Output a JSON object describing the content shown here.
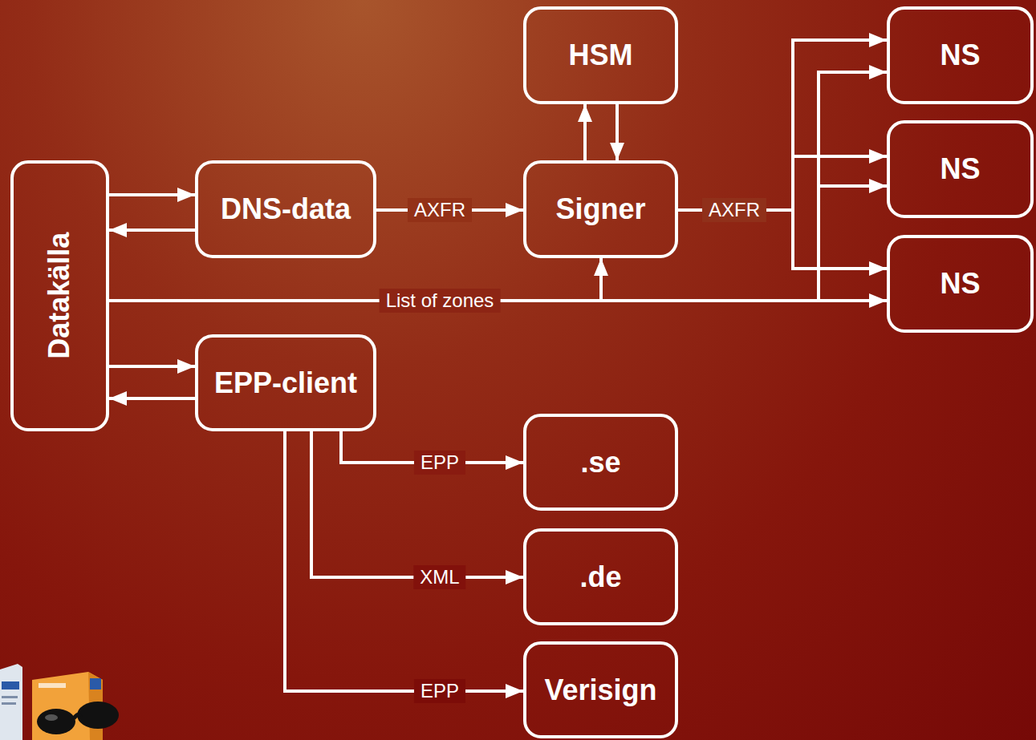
{
  "diagram": {
    "nodes": [
      {
        "text": [
          "Datakälla"
        ]
      },
      {
        "text": [
          "DNS-data"
        ]
      },
      {
        "text": [
          "Signer"
        ]
      },
      {
        "text": [
          "HSM"
        ]
      },
      {
        "text": [
          "NS"
        ]
      },
      {
        "text": [
          "NS"
        ]
      },
      {
        "text": [
          "NS"
        ]
      },
      {
        "text": [
          "EPP-client"
        ]
      },
      {
        "text": [
          ".se"
        ]
      },
      {
        "text": [
          ".de"
        ]
      },
      {
        "text": [
          "Verisign"
        ]
      }
    ],
    "edges": [
      {
        "from": 0,
        "to": 1,
        "arrow": "to"
      },
      {
        "from": 1,
        "to": 0,
        "arrow": "to"
      },
      {
        "from": 1,
        "to": 2,
        "label": "AXFR",
        "arrow": "to"
      },
      {
        "from": 2,
        "to": 3,
        "arrow": "to"
      },
      {
        "from": 3,
        "to": 2,
        "arrow": "to"
      },
      {
        "from": 2,
        "to": 4,
        "label": "AXFR",
        "arrow": "to"
      },
      {
        "from": 2,
        "to": 5,
        "arrow": "to"
      },
      {
        "from": 2,
        "to": 6,
        "arrow": "to"
      },
      {
        "from": 0,
        "to": 2,
        "label": "List of zones",
        "arrow": "to"
      },
      {
        "from": 0,
        "to": 4,
        "arrow": "to"
      },
      {
        "from": 0,
        "to": 5,
        "arrow": "to"
      },
      {
        "from": 0,
        "to": 6,
        "arrow": "to"
      },
      {
        "from": 0,
        "to": 7,
        "arrow": "to"
      },
      {
        "from": 7,
        "to": 0,
        "arrow": "to"
      },
      {
        "from": 7,
        "to": 8,
        "label": "EPP",
        "arrow": "to"
      },
      {
        "from": 7,
        "to": 9,
        "label": "XML",
        "arrow": "to"
      },
      {
        "from": 7,
        "to": 10,
        "label": "EPP",
        "arrow": "to"
      }
    ]
  }
}
